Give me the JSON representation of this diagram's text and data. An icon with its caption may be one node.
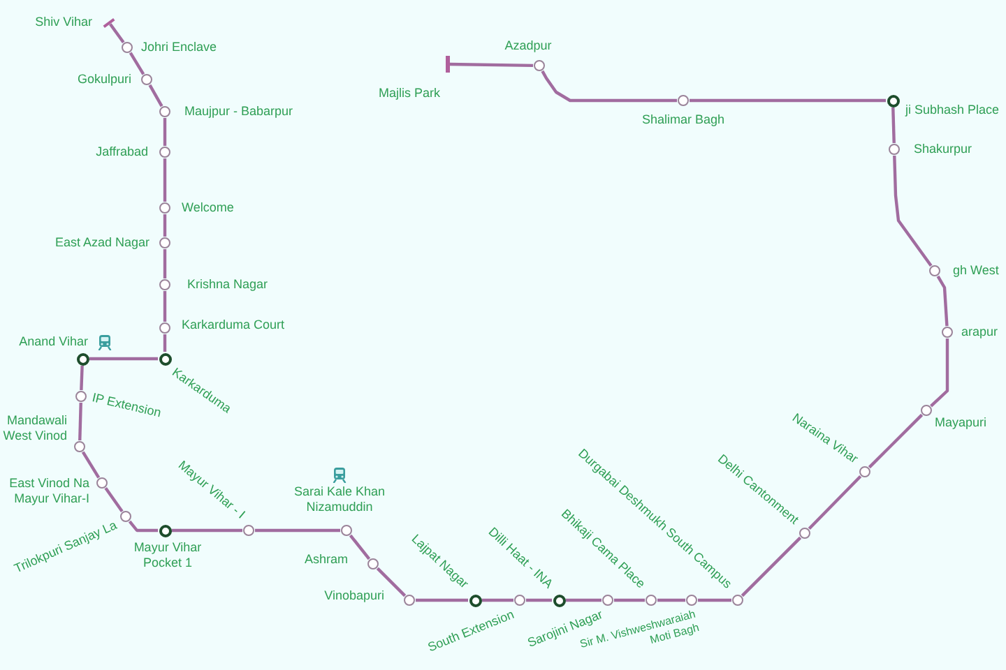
{
  "diagram": {
    "nodes": [
      {
        "text": [],
        "shape": "bar",
        "beside": [
          "Shiv Vihar"
        ]
      },
      {
        "text": [],
        "shape": "circle",
        "beside": [
          "Johri Enclave"
        ]
      },
      {
        "text": [],
        "shape": "circle",
        "beside": [
          "Gokulpuri"
        ]
      },
      {
        "text": [],
        "shape": "circle",
        "beside": [
          "Maujpur - Babarpur"
        ]
      },
      {
        "text": [],
        "shape": "circle",
        "beside": [
          "Jaffrabad"
        ]
      },
      {
        "text": [],
        "shape": "circle",
        "beside": [
          "Welcome"
        ]
      },
      {
        "text": [],
        "shape": "circle",
        "beside": [
          "East Azad Nagar"
        ]
      },
      {
        "text": [],
        "shape": "circle",
        "beside": [
          "Krishna Nagar"
        ]
      },
      {
        "text": [],
        "shape": "circle",
        "beside": [
          "Karkarduma Court"
        ]
      },
      {
        "text": [],
        "shape": "circle",
        "beside": [
          "Karkarduma"
        ]
      },
      {
        "text": [],
        "shape": "circle",
        "beside": [
          "Anand Vihar"
        ]
      },
      {
        "text": [],
        "shape": "circle",
        "beside": [
          "IP Extension"
        ]
      },
      {
        "text": [],
        "shape": "circle",
        "beside": [
          "Mandawali West Vinod"
        ]
      },
      {
        "text": [],
        "shape": "circle",
        "beside": [
          "East Vinod Na Mayur Vihar-I"
        ]
      },
      {
        "text": [],
        "shape": "circle",
        "beside": [
          "Trilokpuri Sanjay La"
        ]
      },
      {
        "text": [],
        "shape": "circle",
        "beside": [
          "Mayur Vihar Pocket 1"
        ]
      },
      {
        "text": [],
        "shape": "circle",
        "beside": [
          "Mayur Vihar - I"
        ]
      },
      {
        "text": [],
        "shape": "circle",
        "beside": [
          "Sarai Kale Khan Nizamuddin"
        ]
      },
      {
        "text": [],
        "shape": "circle",
        "beside": [
          "Ashram"
        ]
      },
      {
        "text": [],
        "shape": "circle",
        "beside": [
          "Vinobapuri"
        ]
      },
      {
        "text": [],
        "shape": "circle",
        "beside": [
          "Lajpat Nagar"
        ]
      },
      {
        "text": [],
        "shape": "circle",
        "beside": [
          "South Extension"
        ]
      },
      {
        "text": [],
        "shape": "circle",
        "beside": [
          "Dilli Haat - INA"
        ]
      },
      {
        "text": [],
        "shape": "circle",
        "beside": [
          "Sarojini Nagar"
        ]
      },
      {
        "text": [],
        "shape": "circle",
        "beside": [
          "Bhikaji Cama Place"
        ]
      },
      {
        "text": [],
        "shape": "circle",
        "beside": [
          "Sir M. Vishweshwaraiah Moti Bagh"
        ]
      },
      {
        "text": [],
        "shape": "circle",
        "beside": [
          "Durgabai Deshmukh South Campus"
        ]
      },
      {
        "text": [],
        "shape": "circle",
        "beside": [
          "Delhi Cantonment"
        ]
      },
      {
        "text": [],
        "shape": "circle",
        "beside": [
          "Naraina Vihar"
        ]
      },
      {
        "text": [],
        "shape": "circle",
        "beside": [
          "Mayapuri"
        ]
      },
      {
        "text": [],
        "shape": "circle",
        "beside": [
          "arapur"
        ]
      },
      {
        "text": [],
        "shape": "circle",
        "beside": [
          "gh West"
        ]
      },
      {
        "text": [],
        "shape": "circle",
        "beside": [
          "Shakurpur"
        ]
      },
      {
        "text": [],
        "shape": "circle",
        "beside": [
          "ji Subhash Place"
        ]
      },
      {
        "text": [],
        "shape": "circle",
        "beside": [
          "Shalimar Bagh"
        ]
      },
      {
        "text": [],
        "shape": "circle",
        "beside": [
          "Azadpur"
        ]
      },
      {
        "text": [],
        "shape": "bar",
        "beside": [
          "Majlis Park"
        ]
      }
    ],
    "edges": [
      {
        "from": 0,
        "to": 1,
        "arrow": "none"
      },
      {
        "from": 1,
        "to": 2,
        "arrow": "none"
      },
      {
        "from": 2,
        "to": 3,
        "arrow": "none"
      },
      {
        "from": 3,
        "to": 4,
        "arrow": "none"
      },
      {
        "from": 4,
        "to": 5,
        "arrow": "none"
      },
      {
        "from": 5,
        "to": 6,
        "arrow": "none"
      },
      {
        "from": 6,
        "to": 7,
        "arrow": "none"
      },
      {
        "from": 7,
        "to": 8,
        "arrow": "none"
      },
      {
        "from": 8,
        "to": 9,
        "arrow": "none"
      },
      {
        "from": 9,
        "to": 10,
        "arrow": "none"
      },
      {
        "from": 10,
        "to": 11,
        "arrow": "none"
      },
      {
        "from": 11,
        "to": 12,
        "arrow": "none"
      },
      {
        "from": 12,
        "to": 13,
        "arrow": "none"
      },
      {
        "from": 13,
        "to": 14,
        "arrow": "none"
      },
      {
        "from": 14,
        "to": 15,
        "arrow": "none"
      },
      {
        "from": 15,
        "to": 16,
        "arrow": "none"
      },
      {
        "from": 16,
        "to": 17,
        "arrow": "none"
      },
      {
        "from": 17,
        "to": 18,
        "arrow": "none"
      },
      {
        "from": 18,
        "to": 19,
        "arrow": "none"
      },
      {
        "from": 19,
        "to": 20,
        "arrow": "none"
      },
      {
        "from": 20,
        "to": 21,
        "arrow": "none"
      },
      {
        "from": 21,
        "to": 22,
        "arrow": "none"
      },
      {
        "from": 22,
        "to": 23,
        "arrow": "none"
      },
      {
        "from": 23,
        "to": 24,
        "arrow": "none"
      },
      {
        "from": 24,
        "to": 25,
        "arrow": "none"
      },
      {
        "from": 25,
        "to": 26,
        "arrow": "none"
      },
      {
        "from": 26,
        "to": 27,
        "arrow": "none"
      },
      {
        "from": 27,
        "to": 28,
        "arrow": "none"
      },
      {
        "from": 28,
        "to": 29,
        "arrow": "none"
      },
      {
        "from": 29,
        "to": 30,
        "arrow": "none"
      },
      {
        "from": 30,
        "to": 31,
        "arrow": "none"
      },
      {
        "from": 31,
        "to": 32,
        "arrow": "none"
      },
      {
        "from": 32,
        "to": 33,
        "arrow": "none"
      },
      {
        "from": 33,
        "to": 34,
        "arrow": "none"
      },
      {
        "from": 34,
        "to": 35,
        "arrow": "none"
      },
      {
        "from": 35,
        "to": 36,
        "arrow": "none"
      }
    ]
  }
}
